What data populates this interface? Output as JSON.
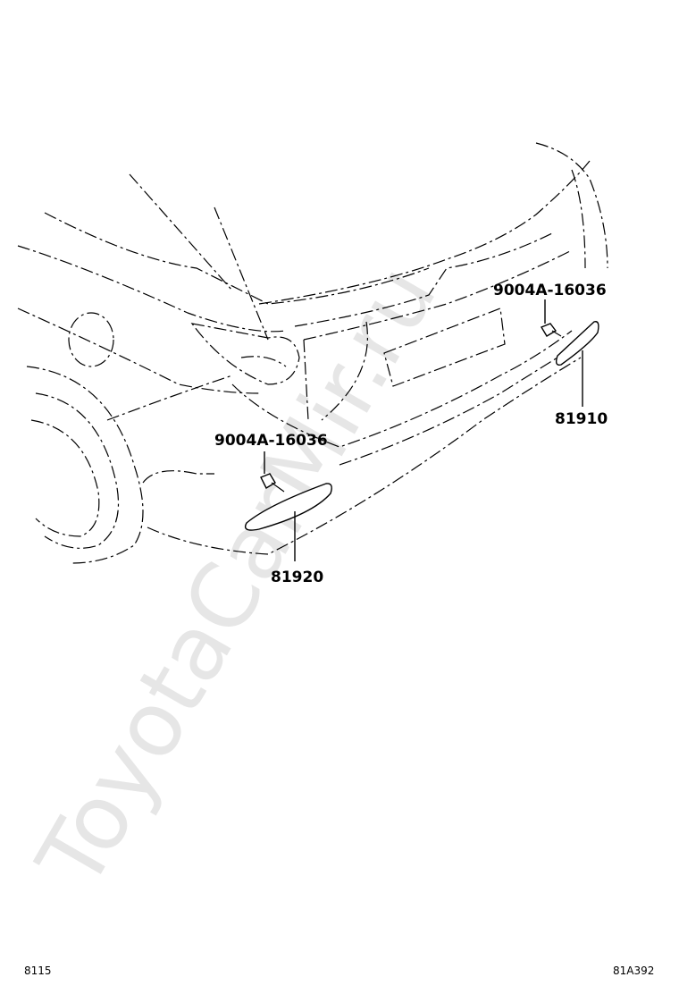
{
  "watermark": "ToyotaCarMir.ru",
  "callouts": {
    "bolt_upper": "9004A-16036",
    "bolt_lower": "9004A-16036",
    "reflector_right": "81910",
    "reflector_left": "81920"
  },
  "footer": {
    "page_left": "8115",
    "page_right": "81A392"
  }
}
